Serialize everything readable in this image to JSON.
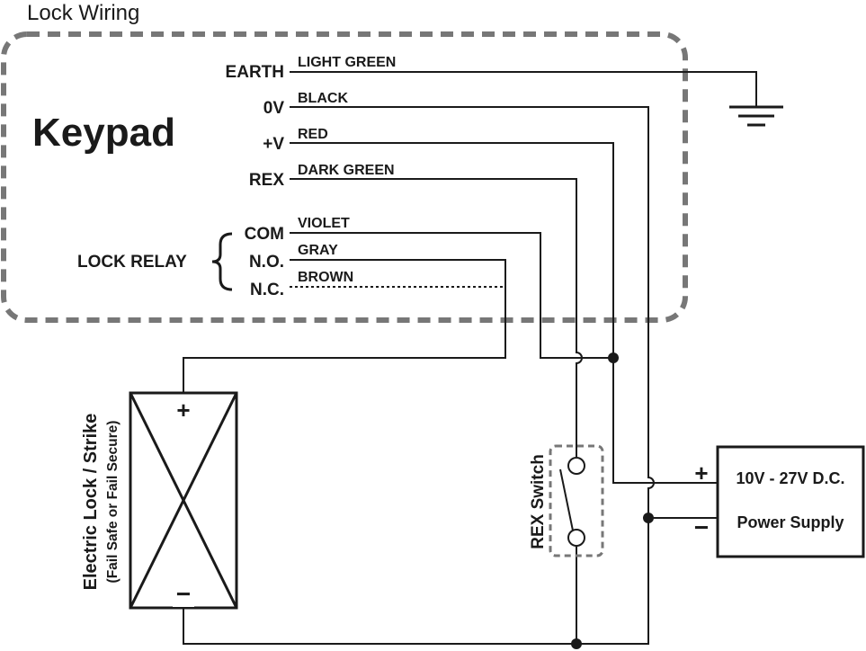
{
  "title": "Lock Wiring",
  "keypad": {
    "label": "Keypad",
    "terminals": {
      "earth": "EARTH",
      "zero_v": "0V",
      "plus_v": "+V",
      "rex": "REX",
      "com": "COM",
      "no": "N.O.",
      "nc": "N.C."
    },
    "lock_relay_label": "LOCK RELAY"
  },
  "wires": {
    "earth": "LIGHT GREEN",
    "zero_v": "BLACK",
    "plus_v": "RED",
    "rex": "DARK GREEN",
    "com": "VIOLET",
    "no": "GRAY",
    "nc": "BROWN"
  },
  "lock": {
    "label": "Electric Lock / Strike",
    "sublabel": "(Fail Safe or Fail Secure)",
    "plus": "+",
    "minus": "−"
  },
  "rex_switch": {
    "label": "REX Switch"
  },
  "power_supply": {
    "line1": "10V - 27V D.C.",
    "line2": "Power Supply",
    "plus": "+",
    "minus": "−"
  }
}
